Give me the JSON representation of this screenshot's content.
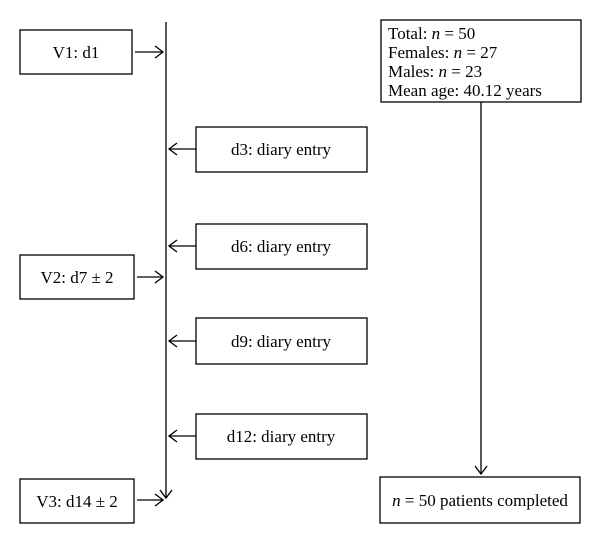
{
  "visits": [
    {
      "label": "V1: d1"
    },
    {
      "label": "V2: d7 ± 2"
    },
    {
      "label": "V3: d14 ± 2"
    }
  ],
  "diary_entries": [
    {
      "label": "d3: diary entry"
    },
    {
      "label": "d6: diary entry"
    },
    {
      "label": "d9: diary entry"
    },
    {
      "label": "d12: diary entry"
    }
  ],
  "summary": {
    "total": {
      "prefix": "Total: ",
      "var": "n",
      "value": " = 50"
    },
    "females": {
      "prefix": "Females: ",
      "var": "n",
      "value": " = 27"
    },
    "males": {
      "prefix": "Males: ",
      "var": "n",
      "value": " = 23"
    },
    "mean_age": "Mean age: 40.12 years"
  },
  "completed": {
    "var": "n",
    "value": " = 50 patients completed"
  },
  "colors": {
    "stroke": "#000000",
    "background": "#ffffff"
  }
}
